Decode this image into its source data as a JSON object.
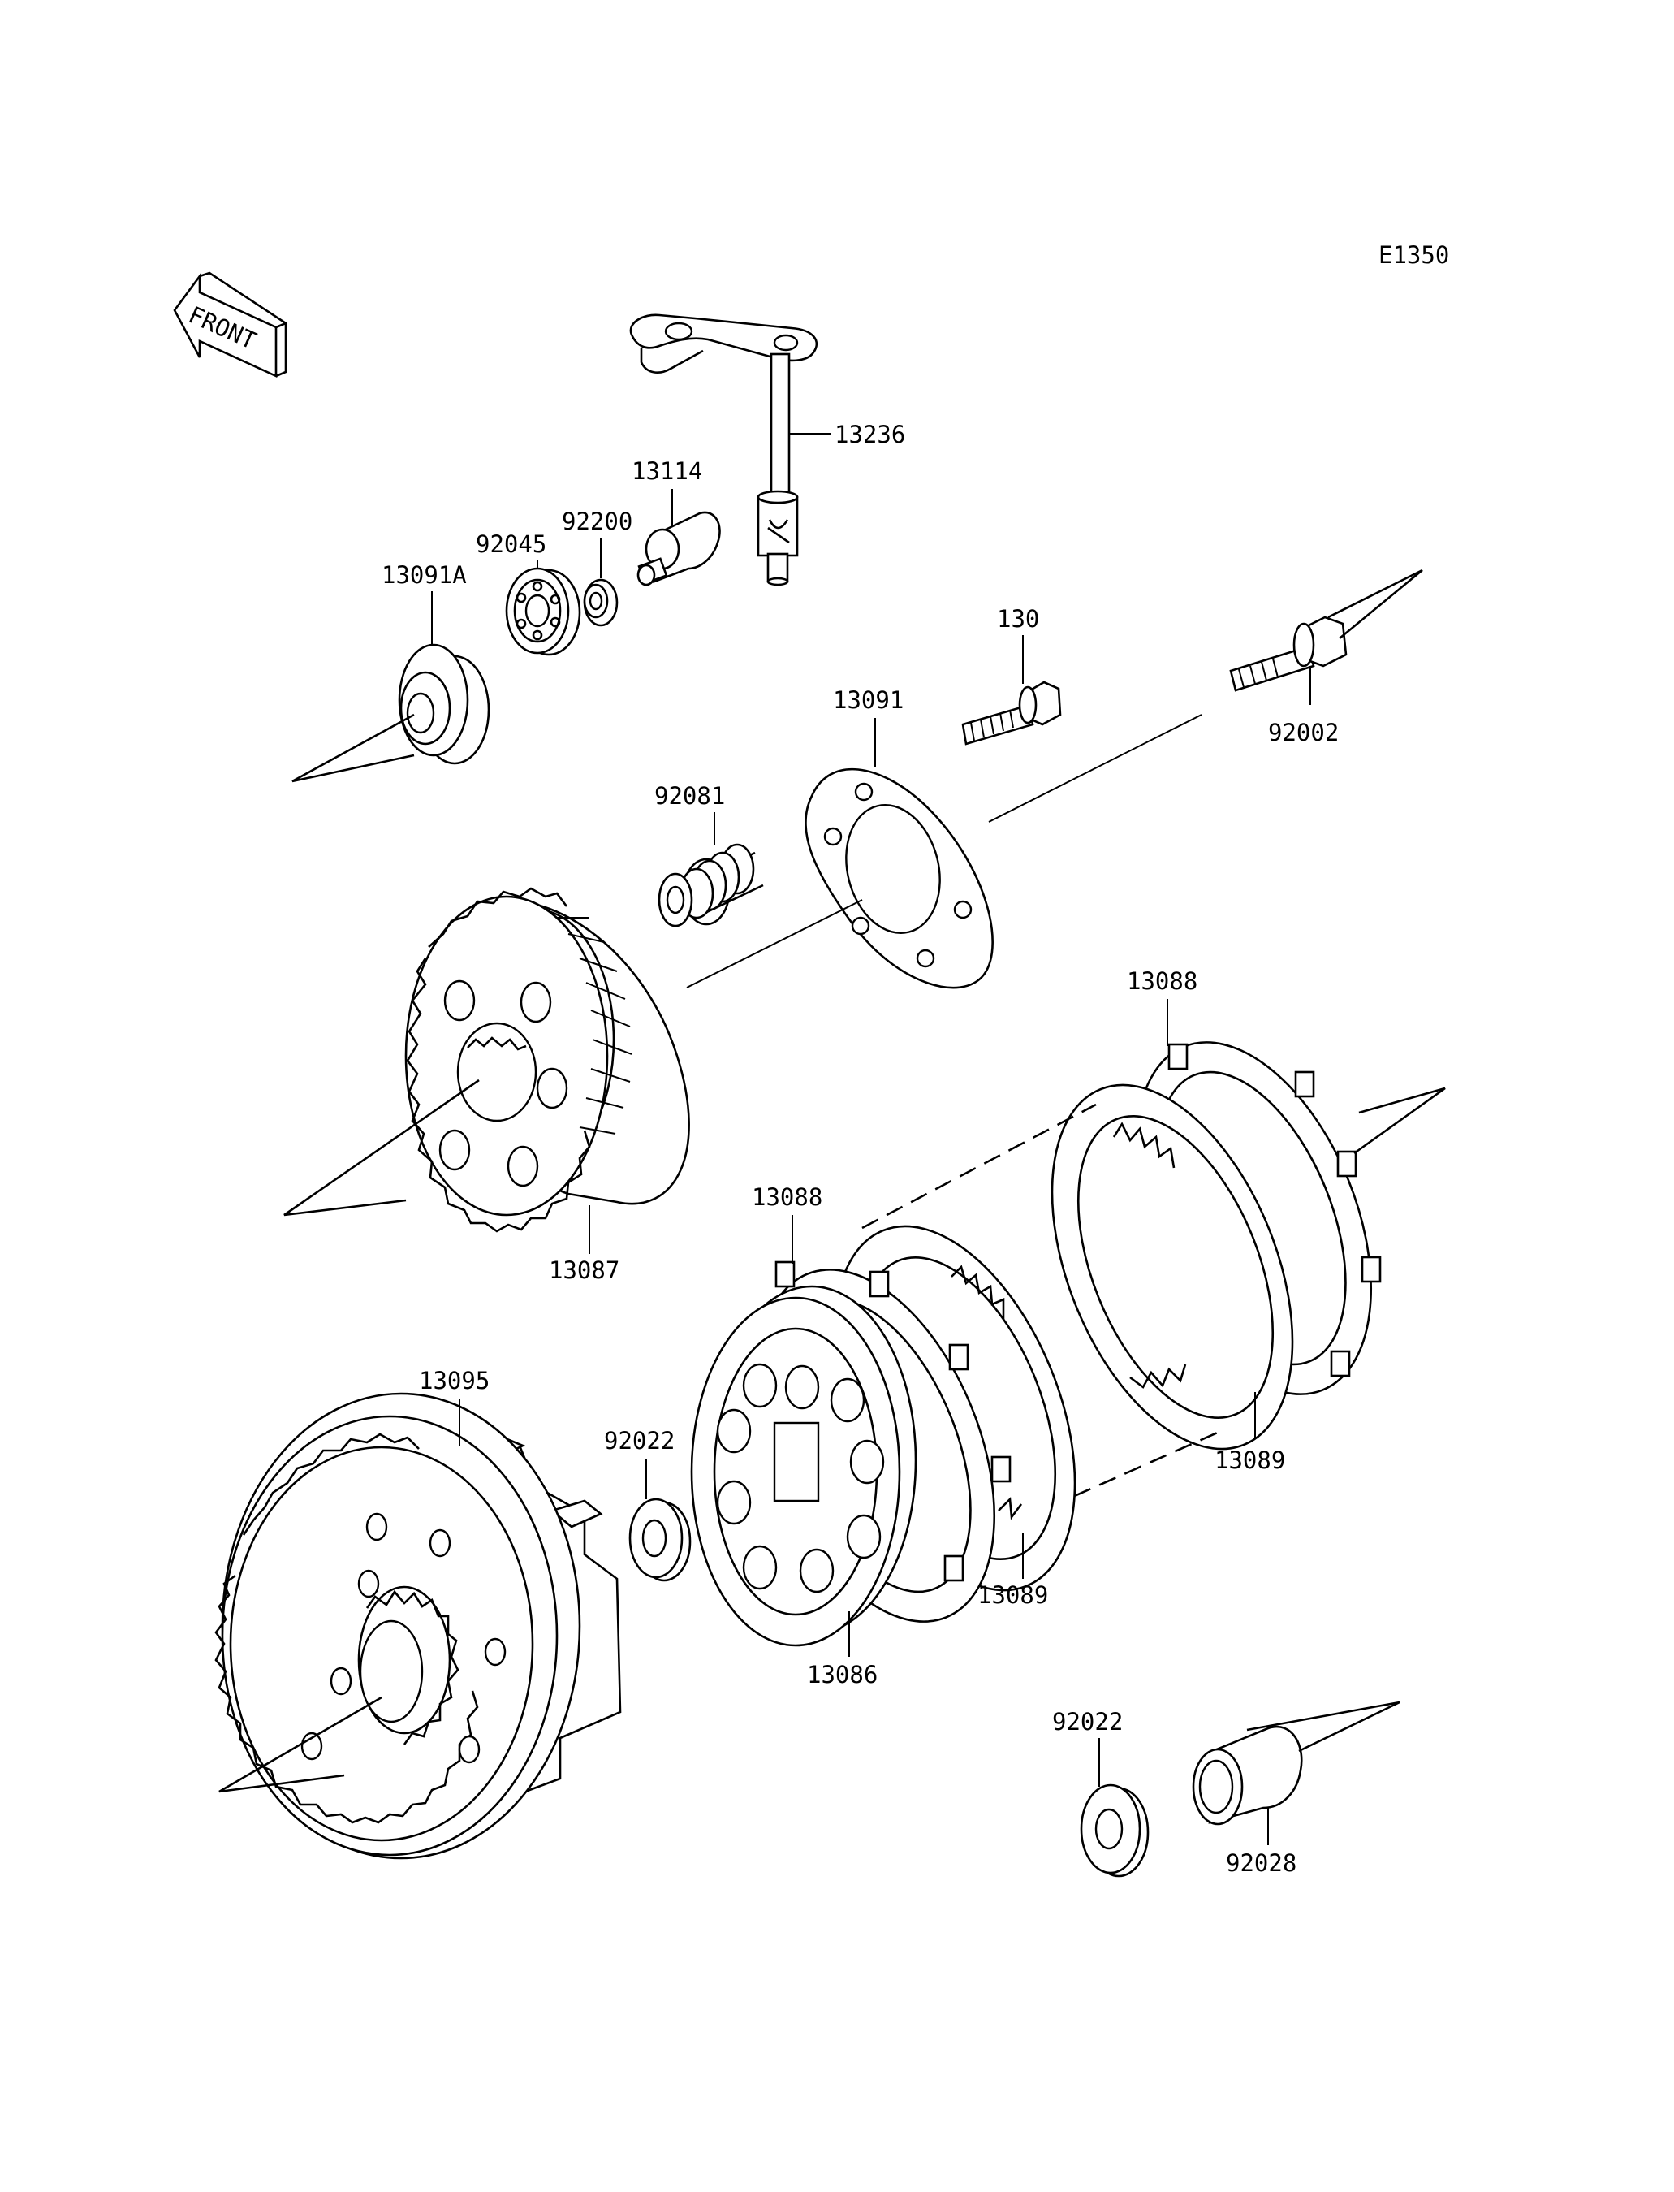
{
  "diagram_code": "E1350",
  "front_label": "FRONT",
  "parts": {
    "p13236": "13236",
    "p13114": "13114",
    "p92200": "92200",
    "p92045": "92045",
    "p13091A": "13091A",
    "p130": "130",
    "p92002": "92002",
    "p13091": "13091",
    "p92081": "92081",
    "p13088_upper": "13088",
    "p13088_lower": "13088",
    "p13087": "13087",
    "p13095": "13095",
    "p92022_left": "92022",
    "p13089_right": "13089",
    "p13089_center": "13089",
    "p13086": "13086",
    "p92022_right": "92022",
    "p92028": "92028"
  }
}
